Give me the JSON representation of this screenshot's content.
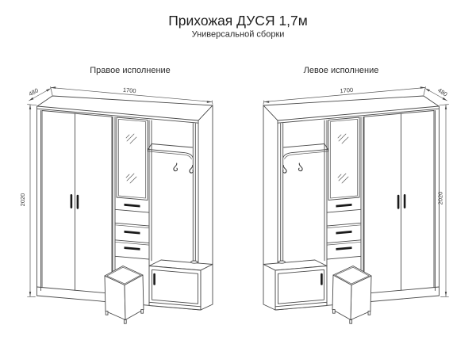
{
  "title": "Прихожая ДУСЯ 1,7м",
  "subtitle": "Универсальной сборки",
  "views": {
    "right_execution": {
      "label": "Правое исполнение",
      "width_mm": "1700",
      "depth_mm": "480",
      "height_mm": "2020"
    },
    "left_execution": {
      "label": "Левое исполнение",
      "width_mm": "1700",
      "depth_mm": "480",
      "height_mm": "2020"
    }
  },
  "colors": {
    "line": "#4a4a4a",
    "background": "#ffffff",
    "text": "#1f1f1f"
  }
}
